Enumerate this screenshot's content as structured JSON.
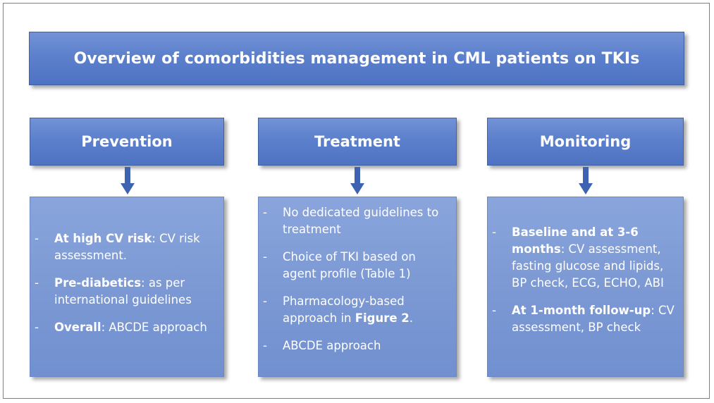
{
  "title": "Overview of comorbidities management in CML patients on TKIs",
  "columns": [
    {
      "header": "Prevention",
      "items": [
        {
          "bold": "At high CV risk",
          "text": ": CV risk assessment."
        },
        {
          "bold": "Pre-diabetics",
          "text": ": as per international guidelines"
        },
        {
          "bold": "Overall",
          "text": ": ABCDE approach"
        }
      ]
    },
    {
      "header": "Treatment",
      "items": [
        {
          "text": "No dedicated guidelines to treatment"
        },
        {
          "text": "Choice of TKI based on agent profile (Table 1)"
        },
        {
          "text": "Pharmacology-based approach in ",
          "bold": "Figure 2",
          "text_after": "."
        },
        {
          "text": "ABCDE approach"
        }
      ]
    },
    {
      "header": "Monitoring",
      "items": [
        {
          "bold": "Baseline and at 3-6 months",
          "text": ": CV assessment, fasting glucose and lipids, BP check, ECG, ECHO, ABI"
        },
        {
          "bold": "At 1-month follow-up",
          "text": ": CV assessment, BP check"
        }
      ]
    }
  ],
  "bullet_char": "-",
  "colors": {
    "box_fill": "#5c80cc",
    "content_fill": "#7c99d4",
    "text": "#ffffff"
  }
}
